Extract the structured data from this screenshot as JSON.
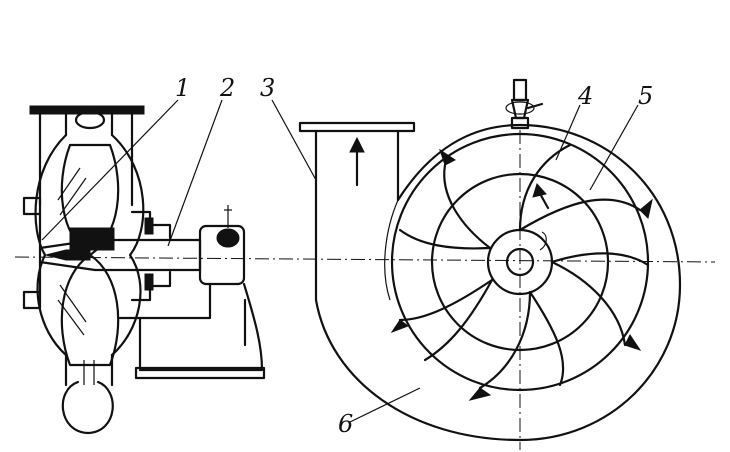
{
  "labels": {
    "l1": "1",
    "l2": "2",
    "l3": "3",
    "l4": "4",
    "l5": "5",
    "l6": "6"
  },
  "colors": {
    "ink": "#111111",
    "paper": "#ffffff"
  }
}
